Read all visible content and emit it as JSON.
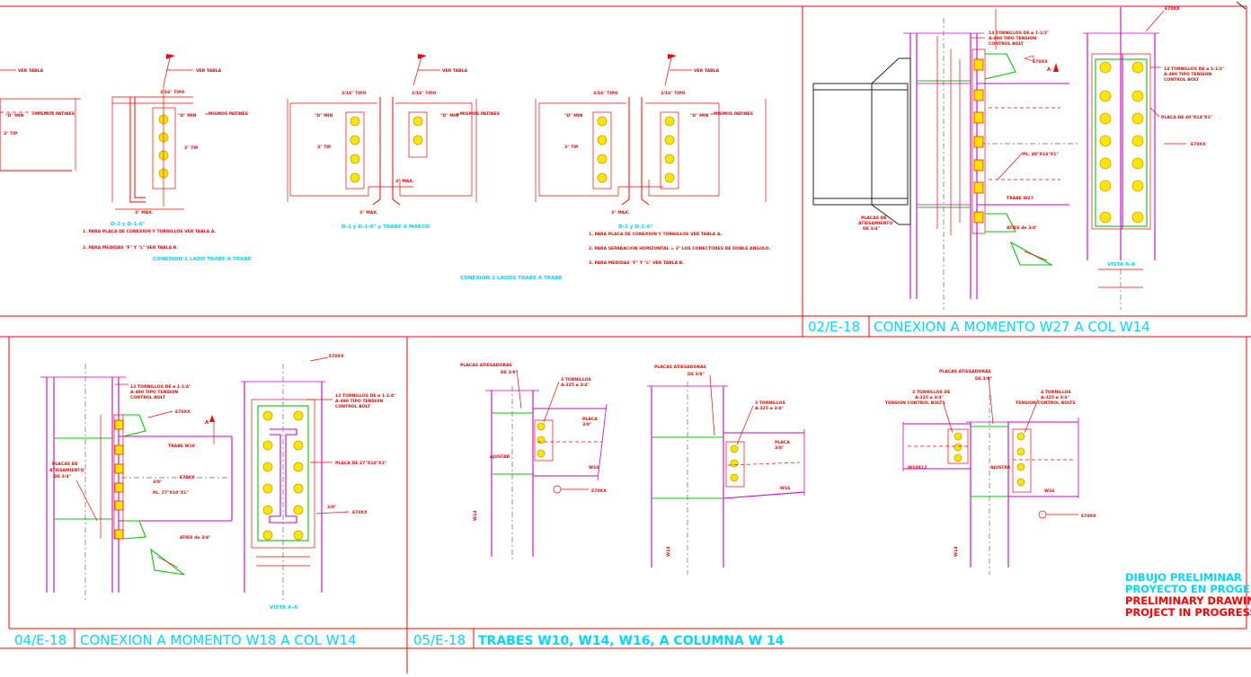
{
  "panels": {
    "top_left": {
      "details": [
        {
          "caption": "D-2 y D-1-6\"",
          "notes": [
            "1. PARA PLACA DE CONEXION Y TORNILLOS VER TABLA A.",
            "2. PARA MEDIDAS \"F\" Y \"L\" VER TABLA B."
          ]
        },
        {
          "caption": "D-2 y D-1-6\" y TRABE A MARCO",
          "notes": []
        },
        {
          "caption": "D-2 y D-1-6\"",
          "notes": [
            "1. PARA PLACA DE CONEXION Y TORNILLOS VER TABLA A.",
            "2. PARA SEPARACION HORIZONTAL = 3\" LOS CONECTORES DE DOBLE ANGULO.",
            "3. PARA MEDIDAS \"F\" Y \"L\" VER TABLA B."
          ]
        }
      ],
      "group_label_1": "CONEXION 1 LADO TRABE A TRABE",
      "group_label_2": "CONEXION 2 LADOS TRABE A TRABE",
      "callouts": {
        "ver_tabla": "VER TABLA",
        "tipo": "3/16\" TIPO",
        "d_min": "\"D\" MIN",
        "mismo_patines": "=MISMOS PATINES",
        "s_max": "3\" MAX.",
        "three_typ": "3\" TIP"
      }
    },
    "top_right": {
      "number": "02/E-18",
      "title": "CONEXION A MOMENTO W27 A COL W14",
      "notes": {
        "bolts": [
          "14 TORNILLOS DE ø 1-1/2\"",
          "A-490 TIPO TENSION",
          "CONTROL BOLT"
        ],
        "plate": "PLACA DE 40\"X14\"X1\"",
        "pl": "PL. 40\"X14\"X1\"",
        "trabe": "TRABE W27",
        "atiesadores": "ATIES de 3/4\"",
        "placas": [
          "PLACAS DE",
          "ATIESAMIENTO",
          "DE 3/4\""
        ],
        "vista": "VISTA A-A'",
        "etxx": "E70XX",
        "a_mark": "A"
      }
    },
    "bottom_left": {
      "number": "04/E-18",
      "title": "CONEXION A MOMENTO W18 A COL W14",
      "notes": {
        "bolts": [
          "12 TORNILLOS DE ø 1-1/4\"",
          "A-490 TIPO TENSION",
          "CONTROL BOLT"
        ],
        "bolts_b": [
          "12 TORNILLOS DE ø 1-1/4\"",
          "A-490 TIPO TENSION",
          "CONTROL BOLT"
        ],
        "trabe": "TRABE W18",
        "pl": "PL. 27\"X10\"X1\"",
        "plate": "PLACA DE 27\"X10\"X1\"",
        "atiesadores": "ATIES de 3/4\"",
        "placas": [
          "PLACAS DE",
          "ATIESAMIENTO",
          "DE 3/4\""
        ],
        "vista": "VISTA A-A'",
        "etxx": "E70XX",
        "weld": "3/8\"",
        "a_mark": "A"
      }
    },
    "bottom_right": {
      "number": "05/E-18",
      "title": "TRABES W10, W14, W16, A COLUMNA W 14",
      "notes": {
        "placas_1": [
          "PLACAS ATIESADORAS",
          "DE 3/8\""
        ],
        "bolts_1": [
          "3 TORNILLOS",
          "A-325 ø 3/4\""
        ],
        "placa_1": [
          "PLACA",
          "3/8\""
        ],
        "ajustar": "AJUSTAR",
        "w14": "W14",
        "w10": "W10",
        "placas_2": [
          "PLACAS ATIESADORAS",
          "DE 3/8\""
        ],
        "bolts_2": [
          "3 TORNILLOS",
          "A-325 ø 3/4\""
        ],
        "placa_2": [
          "PLACA",
          "3/8\""
        ],
        "w16": "W16",
        "placas_3": [
          "PLACAS ATIESADORAS",
          "DE 3/8\""
        ],
        "bolts_3": [
          "3 TORNILLOS DE",
          "A-325 ø 3/4\"",
          "TENSION CONTROL BOLTS"
        ],
        "bolts_4": [
          "4 TORNILLOS",
          "A-325 ø 3/4\"",
          "TENSION CONTROL BOLTS"
        ],
        "w10x12": "W10X12",
        "etxx": "E70XX"
      }
    }
  },
  "watermark": {
    "lines_cyan": [
      "DIBUJO PRELIMINAR",
      "PROYECTO EN PROGESO"
    ],
    "lines_red": [
      "PRELIMINARY DRAWING",
      "PROJECT IN PROGRESS"
    ]
  },
  "colors": {
    "frame": "#ff0000",
    "title": "#00d8ff",
    "steel": "#cc00cc",
    "weld": "#00c800",
    "bolt": "#ffe600"
  }
}
